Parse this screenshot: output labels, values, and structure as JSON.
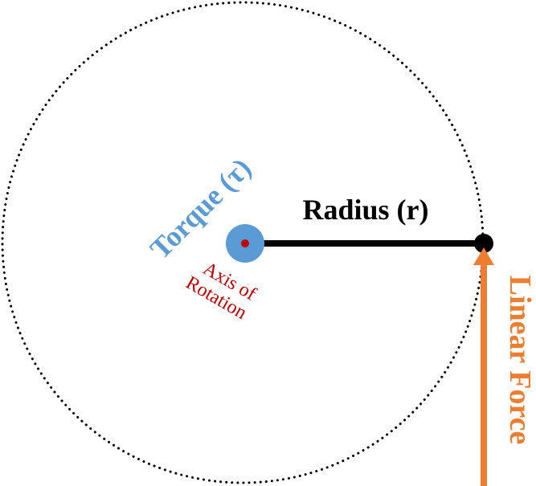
{
  "labels": {
    "torque": "Torque (τ)",
    "radius": "Radius (r)",
    "axis_line1": "Axis of",
    "axis_line2": "Rotation",
    "force": "Linear Force"
  },
  "colors": {
    "torque": "#5B9BD5",
    "axis": "#C00000",
    "force": "#ED7D31",
    "radius": "#000000"
  }
}
